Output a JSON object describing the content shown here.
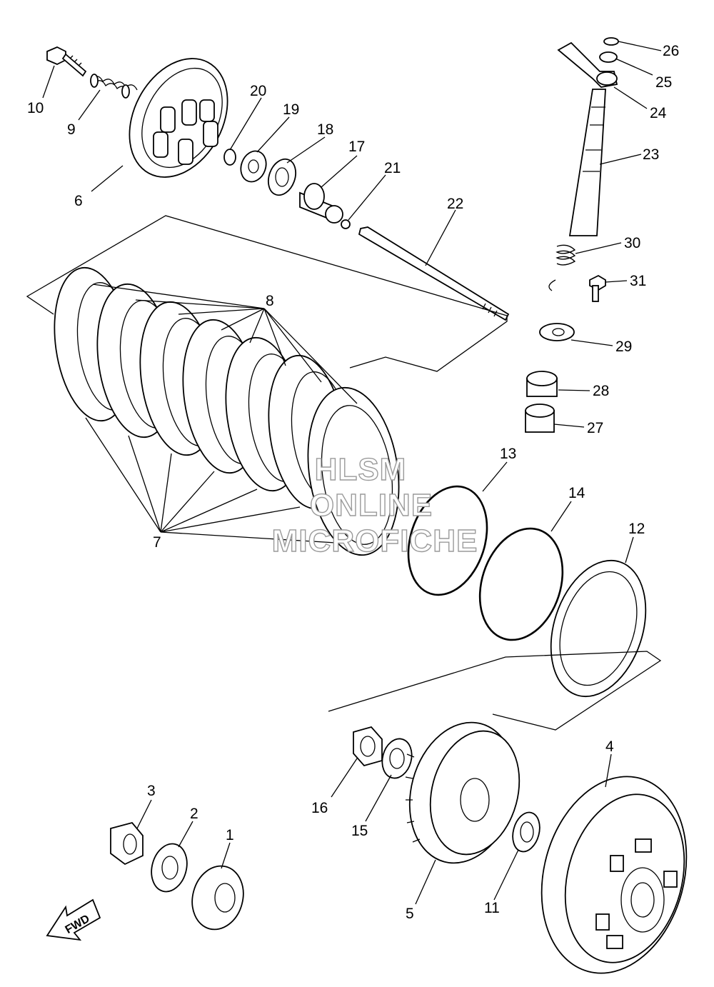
{
  "labels": {
    "p1": "1",
    "p2": "2",
    "p3": "3",
    "p4": "4",
    "p5": "5",
    "p6": "6",
    "p7": "7",
    "p8": "8",
    "p9": "9",
    "p10": "10",
    "p11": "11",
    "p12": "12",
    "p13": "13",
    "p14": "14",
    "p15": "15",
    "p16": "16",
    "p17": "17",
    "p18": "18",
    "p19": "19",
    "p20": "20",
    "p21": "21",
    "p22": "22",
    "p23": "23",
    "p24": "24",
    "p25": "25",
    "p26": "26",
    "p27": "27",
    "p28": "28",
    "p29": "29",
    "p30": "30",
    "p31": "31"
  },
  "watermark": {
    "line1": "HLSM",
    "line2": "ONLINE",
    "line3": "MICROFICHE"
  },
  "fwd_label": "FWD"
}
